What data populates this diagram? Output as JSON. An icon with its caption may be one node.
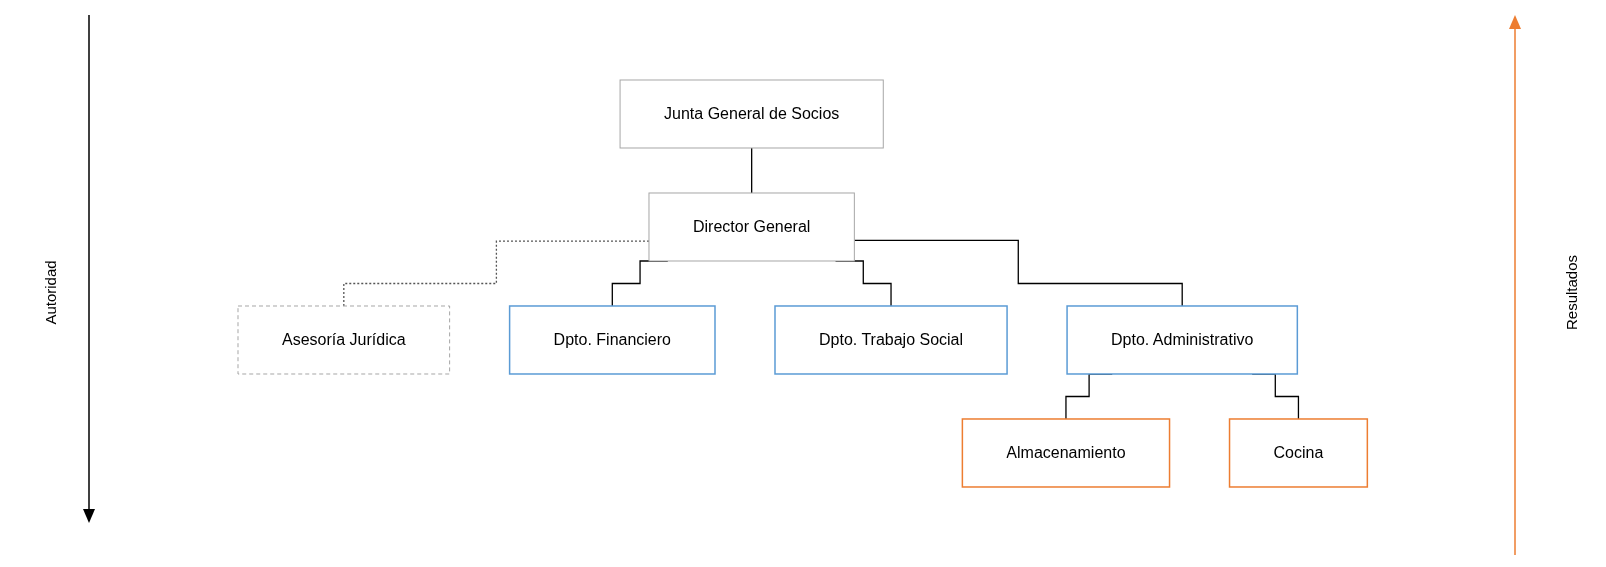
{
  "diagram": {
    "nodes": [
      {
        "text": [
          "Junta General de Socios"
        ]
      },
      {
        "text": [
          "Director General"
        ]
      },
      {
        "text": [
          "Asesoría Jurídica"
        ]
      },
      {
        "text": [
          "Dpto. Financiero"
        ]
      },
      {
        "text": [
          "Dpto. Trabajo Social"
        ]
      },
      {
        "text": [
          "Dpto. Administrativo"
        ]
      },
      {
        "text": [
          "Almacenamiento"
        ]
      },
      {
        "text": [
          "Cocina"
        ]
      }
    ],
    "edges": [
      {
        "from": 0,
        "to": 1,
        "arrow": "none"
      },
      {
        "from": 1,
        "to": 2,
        "arrow": "none",
        "style": "dashed"
      },
      {
        "from": 1,
        "to": 3,
        "arrow": "none"
      },
      {
        "from": 1,
        "to": 4,
        "arrow": "none"
      },
      {
        "from": 1,
        "to": 5,
        "arrow": "none"
      },
      {
        "from": 5,
        "to": 6,
        "arrow": "none"
      },
      {
        "from": 5,
        "to": 7,
        "arrow": "none"
      }
    ],
    "labels": [
      "Autoridad",
      "Resultados"
    ]
  }
}
